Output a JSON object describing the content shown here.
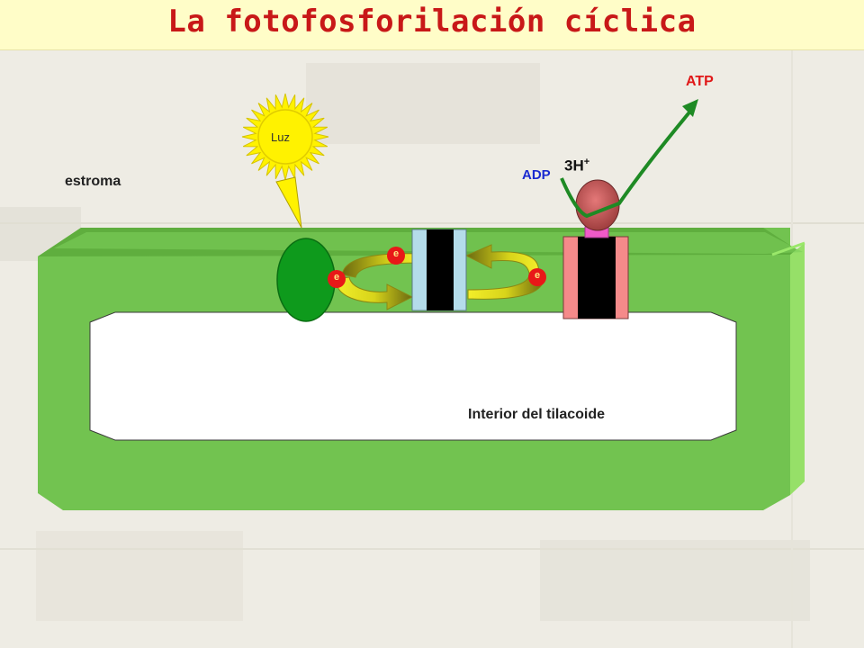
{
  "title": "La fotofosforilación cíclica",
  "labels": {
    "stroma": "estroma",
    "thylakoid_interior": "Interior del tilacoide",
    "light": "Luz",
    "atp": "ATP",
    "adp": "ADP",
    "protons": "3H",
    "protons_charge": "+",
    "electron": "e"
  },
  "colors": {
    "title": "#c81818",
    "membrane": "#72c350",
    "photosystem": "#0e9a1c",
    "sun": "#fff200",
    "atp_label": "#e01818",
    "adp_label": "#1a2ad0",
    "arrow_green": "#1e8a24"
  }
}
